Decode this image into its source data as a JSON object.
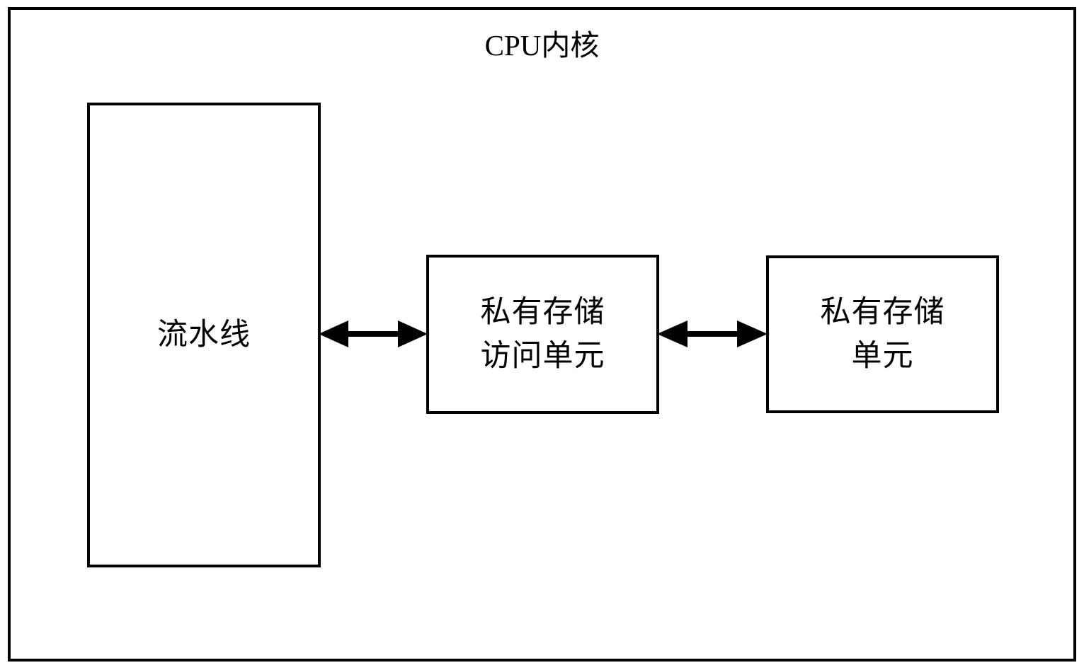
{
  "diagram": {
    "title": "CPU内核",
    "frame_name": "cpu-core",
    "border_color": "#000000",
    "background_color": "#ffffff",
    "blocks": [
      {
        "id": "pipeline",
        "label": "流水线",
        "name": "pipeline-block"
      },
      {
        "id": "private_storage_access_unit",
        "label": "私有存储\n访问单元",
        "name": "private-storage-access-unit-block"
      },
      {
        "id": "private_storage_unit",
        "label": "私有存储\n单元",
        "name": "private-storage-unit-block"
      }
    ],
    "connectors": [
      {
        "id": "pipeline_to_access",
        "from": "pipeline",
        "to": "private_storage_access_unit",
        "style": "double-headed-arrow",
        "name": "double-arrow-pipeline-to-access-unit"
      },
      {
        "id": "access_to_storage",
        "from": "private_storage_access_unit",
        "to": "private_storage_unit",
        "style": "double-headed-arrow",
        "name": "double-arrow-access-unit-to-storage-unit"
      }
    ]
  }
}
